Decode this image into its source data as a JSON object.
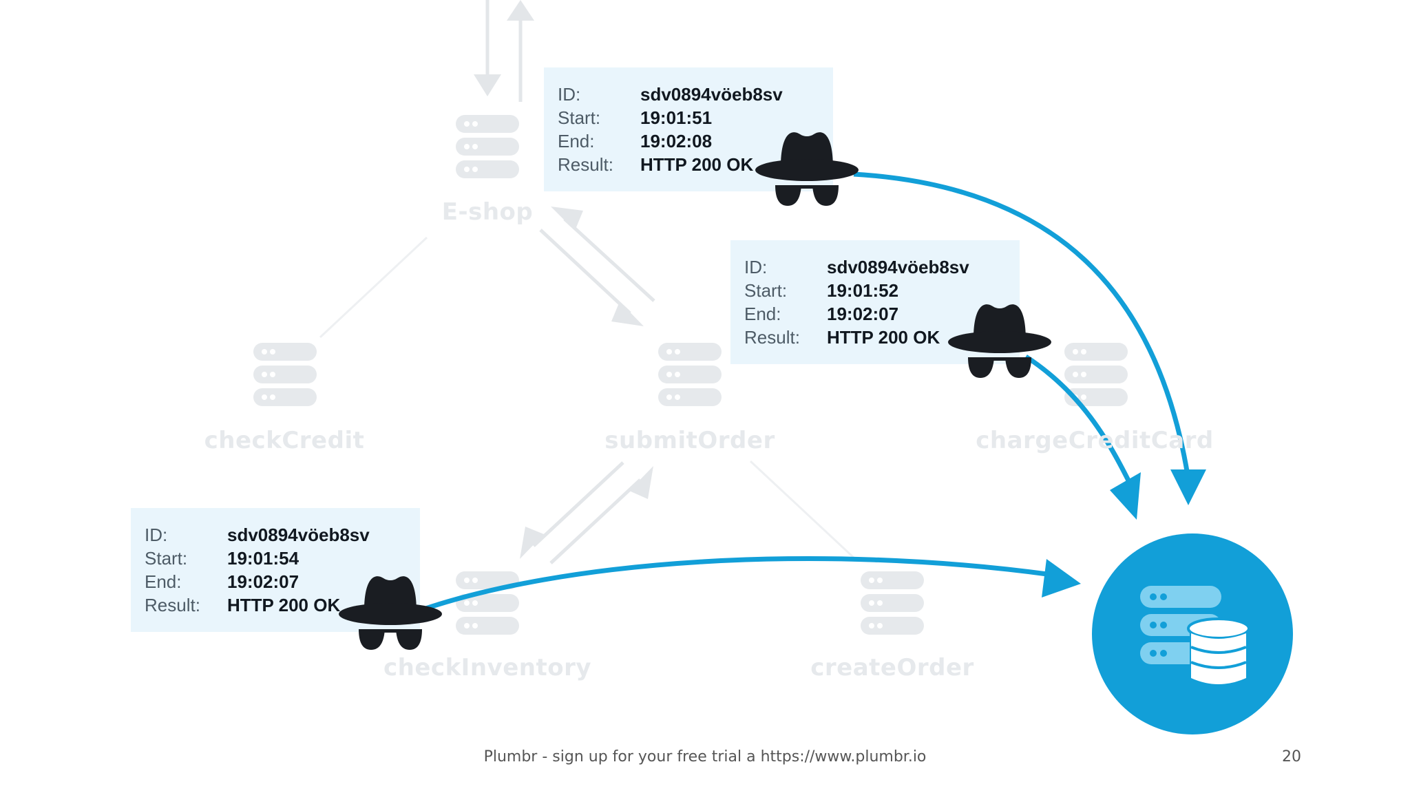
{
  "services": [
    {
      "name": "E-shop",
      "label": "E-shop"
    },
    {
      "name": "checkCredit",
      "label": "checkCredit"
    },
    {
      "name": "submitOrder",
      "label": "submitOrder"
    },
    {
      "name": "chargeCreditCard",
      "label": "chargeCreditCard"
    },
    {
      "name": "checkInventory",
      "label": "checkInventory"
    },
    {
      "name": "createOrder",
      "label": "createOrder"
    }
  ],
  "traces": [
    {
      "id_label": "ID:",
      "id": "sdv0894vöeb8sv",
      "start_label": "Start:",
      "start": "19:01:51",
      "end_label": "End:",
      "end": "19:02:08",
      "result_label": "Result:",
      "result": "HTTP 200 OK"
    },
    {
      "id_label": "ID:",
      "id": "sdv0894vöeb8sv",
      "start_label": "Start:",
      "start": "19:01:52",
      "end_label": "End:",
      "end": "19:02:07",
      "result_label": "Result:",
      "result": "HTTP 200 OK"
    },
    {
      "id_label": "ID:",
      "id": "sdv0894vöeb8sv",
      "start_label": "Start:",
      "start": "19:01:54",
      "end_label": "End:",
      "end": "19:02:07",
      "result_label": "Result:",
      "result": "HTTP 200 OK"
    }
  ],
  "icons": {
    "agent": "spy-agent-icon",
    "database": "database-servers-icon",
    "server": "server-stack-icon"
  },
  "colors": {
    "accent": "#129fd8",
    "faded": "#e6e9ec",
    "box": "#e9f5fc",
    "agent": "#1a1d22"
  },
  "footer": {
    "text": "Plumbr - sign up for your free trial a https://www.plumbr.io",
    "page": "20"
  }
}
